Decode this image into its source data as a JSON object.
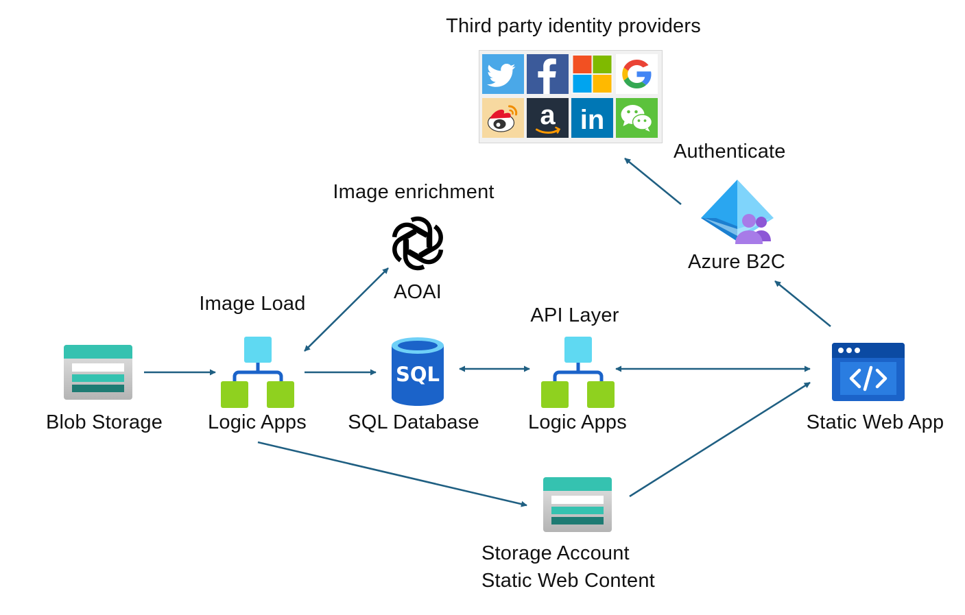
{
  "labels": {
    "third_party": "Third party identity providers",
    "authenticate": "Authenticate",
    "image_enrichment": "Image enrichment",
    "aoai": "AOAI",
    "azure_b2c": "Azure B2C",
    "image_load": "Image Load",
    "api_layer": "API Layer",
    "blob_storage": "Blob Storage",
    "logic_apps_load": "Logic Apps",
    "sql_database": "SQL Database",
    "logic_apps_api": "Logic Apps",
    "static_web_app": "Static Web App",
    "storage_account_line1": "Storage Account",
    "storage_account_line2": "Static Web Content"
  },
  "icons": {
    "sql_text": "SQL",
    "providers": [
      "twitter-icon",
      "facebook-icon",
      "microsoft-icon",
      "google-icon",
      "weibo-icon",
      "amazon-icon",
      "linkedin-icon",
      "wechat-icon"
    ]
  },
  "colors": {
    "arrow": "#1f5f82",
    "storage_teal": "#35c2b0",
    "storage_dark": "#1e7b73",
    "logic_green": "#8fd11f",
    "logic_cyan": "#5fd9f2",
    "azure_blue": "#1b63c9",
    "b2c_purple": "#8d57d6"
  }
}
